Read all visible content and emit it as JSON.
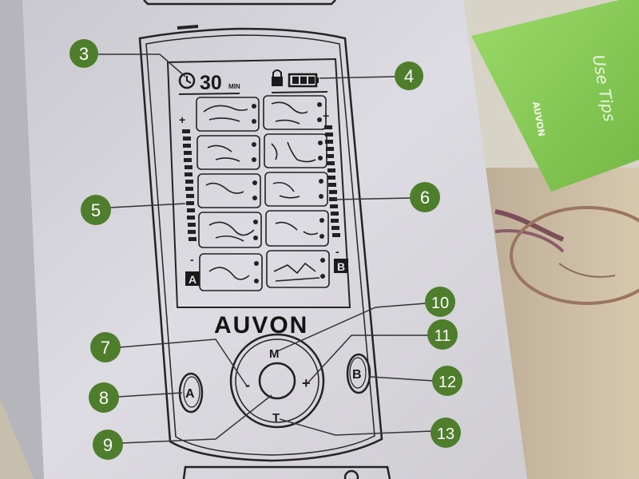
{
  "brand": "AUVON",
  "display": {
    "timer_value": "30",
    "timer_unit": "MIN",
    "channel_a": "A",
    "channel_b": "B",
    "plus": "+",
    "minus": "-"
  },
  "buttons": {
    "mode": "M",
    "time": "T",
    "minus": "-",
    "plus": "+",
    "channel_a": "A",
    "channel_b": "B"
  },
  "callouts": [
    "3",
    "4",
    "5",
    "6",
    "7",
    "8",
    "9",
    "10",
    "11",
    "12",
    "13"
  ],
  "leaflet_title": "Use Tips",
  "leaflet_brand": "AUVON",
  "colors": {
    "callout_fill": "#4e7e2c",
    "box_paper": "#d9d8df",
    "leaflet_green": "#8ed05a"
  }
}
